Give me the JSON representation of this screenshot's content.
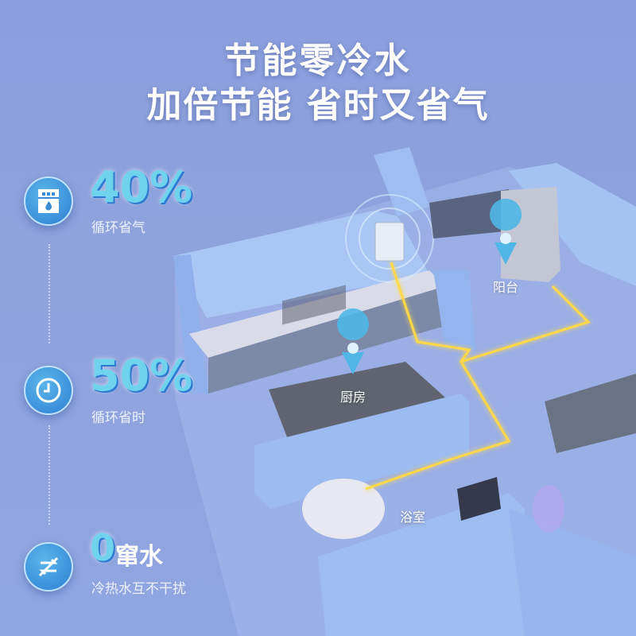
{
  "header": {
    "title": "节能零冷水",
    "subtitle": "加倍节能 省时又省气"
  },
  "features": [
    {
      "value": "40%",
      "label": "循环省气",
      "icon": "gas-stove-icon"
    },
    {
      "value": "50%",
      "label": "循环省时",
      "icon": "clock-icon"
    },
    {
      "value": "0",
      "value_suffix": "窜水",
      "label": "冷热水互不干扰",
      "icon": "no-crossflow-icon"
    }
  ],
  "rooms": {
    "balcony": "阳台",
    "kitchen": "厨房",
    "bathroom": "浴室"
  },
  "colors": {
    "pipe": "#ffd84a",
    "wall": "#9dbbef",
    "accent": "#2f7fd2"
  }
}
